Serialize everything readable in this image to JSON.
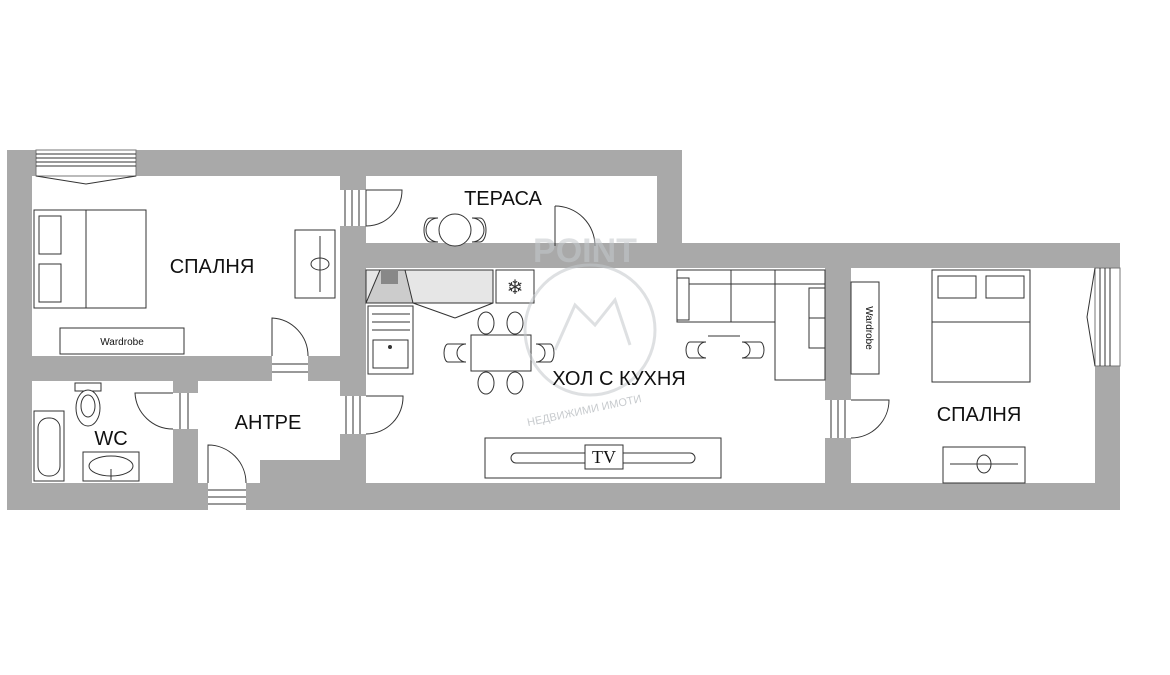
{
  "rooms": {
    "bedroom_left": "СПАЛНЯ",
    "terrace": "ТЕРАСА",
    "living_kitchen": "ХОЛ С КУХНЯ",
    "bedroom_right": "СПАЛНЯ",
    "wc": "WC",
    "hallway": "АНТРЕ"
  },
  "furniture": {
    "wardrobe_left": "Wardrobe",
    "wardrobe_right": "Wardrobe",
    "tv": "TV",
    "freezer_symbol": "❄"
  },
  "watermark": {
    "brand": "POINT",
    "subtitle": "НЕДВИЖИМИ ИМОТИ"
  },
  "colors": {
    "wall": "#a9a9a9",
    "floor": "#ffffff",
    "line": "#333333",
    "watermark": "#c4c8cc"
  }
}
